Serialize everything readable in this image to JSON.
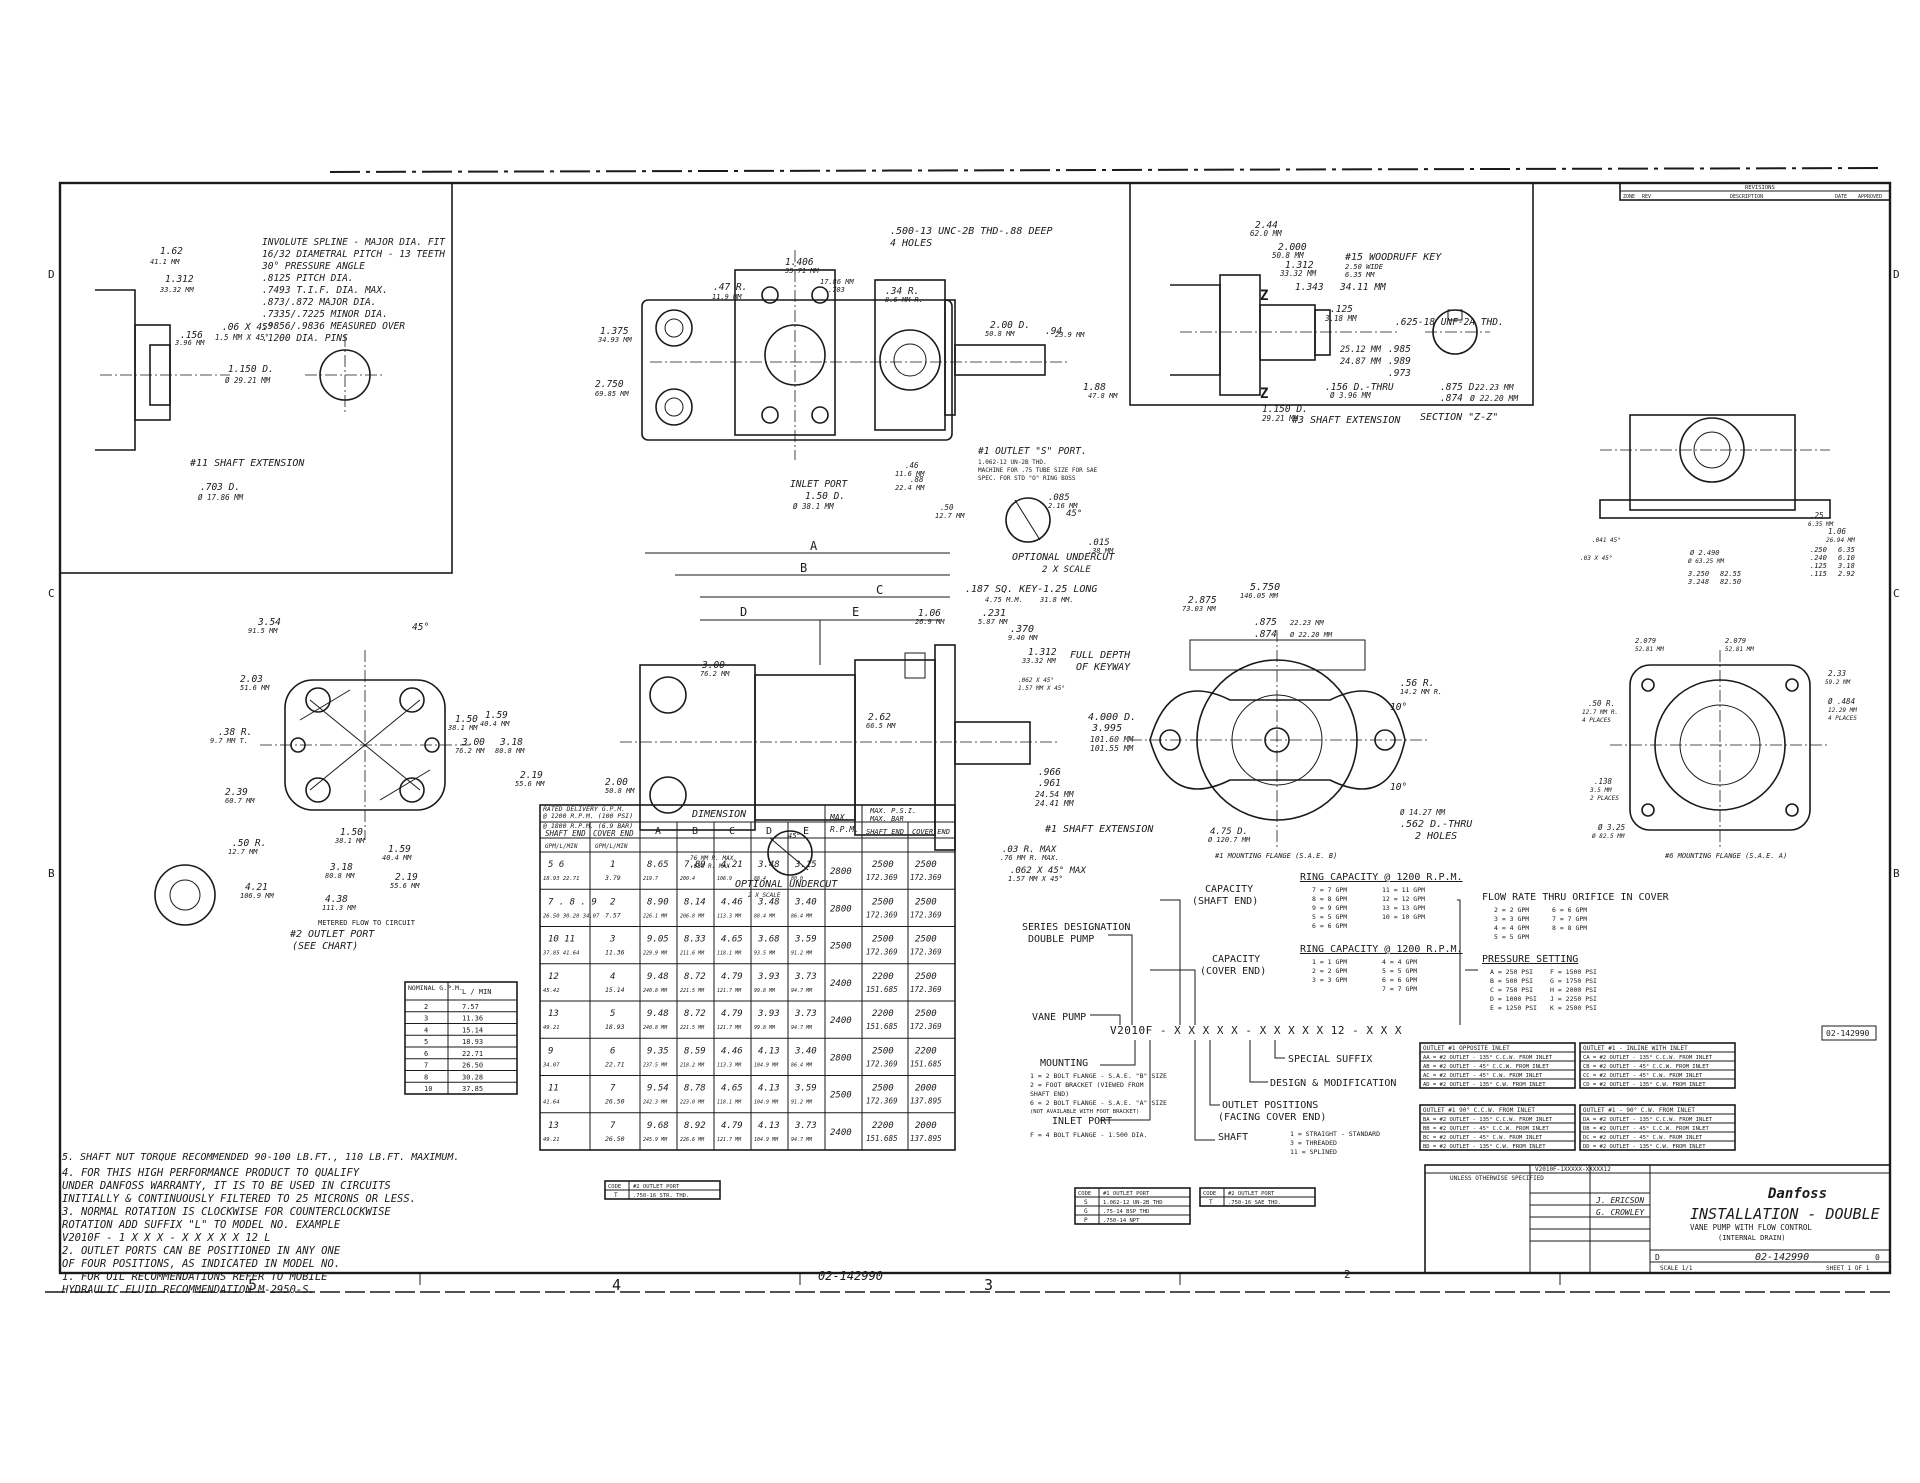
{
  "zones": {
    "columns": [
      "5",
      "4",
      "3",
      "2"
    ],
    "rows": [
      "D",
      "C",
      "B"
    ]
  },
  "views": {
    "spline": {
      "labels": [
        "1.62",
        "41.1 MM",
        "1.312",
        "33.32 MM",
        ".156",
        "3.96 MM",
        ".06 X 45°",
        "1.5 MM X 45°",
        "1.150 D.",
        "Ø 29.21 MM",
        ".703 D.",
        "Ø 17.86 MM",
        "#11 SHAFT EXTENSION"
      ],
      "notes": [
        "INVOLUTE SPLINE - MAJOR DIA. FIT",
        "16/32 DIAMETRAL PITCH - 13 TEETH",
        "30° PRESSURE ANGLE",
        ".8125 PITCH DIA.",
        ".7493 T.I.F. DIA. MAX.",
        ".873/.872 MAJOR DIA.",
        ".7335/.7225 MINOR DIA.",
        ".9856/.9836 MEASURED OVER",
        ".1200 DIA. PINS"
      ]
    },
    "end_view": {
      "labels": [
        ".500-13 UNC-2B THD-.88 DEEP",
        "4 HOLES",
        "1.406",
        "35.71 MM",
        ".47 R.",
        "11.9 MM",
        "17.86 MM",
        ".703",
        ".34 R.",
        "8.6 MM R.",
        "1.375",
        "34.93 MM",
        "2.750",
        "69.85 MM",
        "2.00 D.",
        "50.8 MM",
        ".94",
        "23.9 MM",
        "1.88",
        "47.8 MM",
        "INLET PORT",
        "1.50 D.",
        "Ø 38.1 MM",
        ".46",
        "11.6 MM",
        ".88",
        "22.4 MM",
        ".50",
        "12.7 MM",
        "#1 OUTLET \"S\" PORT.",
        "1.062-12 UN-2B THD.",
        "MACHINE FOR .75 TUBE SIZE FOR SAE",
        "SPEC. FOR STD \"O\" RING BOSS"
      ]
    },
    "keyed_shaft": {
      "labels": [
        "2.44",
        "62.0 MM",
        "2.000",
        "50.8 MM",
        "1.312",
        "33.32 MM",
        "1.343",
        "34.11 MM",
        "#15 WOODRUFF KEY",
        "2.50 WIDE",
        "6.35 MM",
        ".625-18 UNF-2A THD.",
        ".125",
        "3.18 MM",
        ".985",
        ".989",
        "25.12 MM",
        "24.87 MM",
        ".973",
        ".156 D.-THRU",
        "Ø 3.96 MM",
        ".875 D.",
        ".874",
        "22.23 MM",
        "Ø 22.20 MM",
        "SECTION \"Z-Z\"",
        "1.150 D.",
        "29.21 MM",
        "#3 SHAFT EXTENSION"
      ]
    },
    "optional_undercut": {
      "labels": [
        ".085",
        "2.16 MM",
        "45°",
        ".015",
        ".38 MM",
        "OPTIONAL UNDERCUT",
        "2 X SCALE",
        ".187 SQ. KEY-1.25 LONG",
        "4.75 M.M.",
        "31.8 MM."
      ]
    },
    "side_view": {
      "letters": [
        "A",
        "B",
        "C",
        "D",
        "E"
      ],
      "labels": [
        "1.06",
        "26.9 MM",
        ".231",
        "5.87 MM",
        ".370",
        "9.40 MM",
        "1.312",
        "33.32 MM",
        "FULL DEPTH",
        "OF KEYWAY",
        ".062 X 45°",
        "1.57 MM X 45°",
        "4.000 D.",
        "3.995",
        "101.60 MM",
        "101.55 MM",
        "3.00",
        "76.2 MM",
        "2.62",
        "66.5 MM",
        "2.00",
        "50.8 MM",
        ".966",
        ".961",
        "24.54 MM",
        "24.41 MM",
        "#1 SHAFT EXTENSION",
        ".03 R. MAX",
        ".76 MM R. MAX.",
        ".062 X 45° MAX",
        "1.57 MM X 45°",
        "76 MM R. MAX.",
        ".030 R. MAX",
        "45°",
        "OPTIONAL UNDERCUT",
        "2 X SCALE"
      ]
    },
    "cover_end": {
      "labels": [
        "3.54",
        "91.5 MM",
        "45°",
        "2.03",
        "51.6 MM",
        "1.50",
        "38.1 MM",
        "1.59",
        "40.4 MM",
        "3.00",
        "76.2 MM",
        "3.18",
        "80.8 MM",
        ".38 R.",
        "9.7 MM T.",
        "2.19",
        "55.6 MM",
        "2.39",
        "60.7 MM",
        ".50 R.",
        "12.7 MM",
        "1.50",
        "38.1 MM",
        "1.59",
        "40.4 MM",
        "3.18",
        "80.8 MM",
        "2.19",
        "55.6 MM",
        "4.21",
        "106.9 MM",
        "4.38",
        "111.3 MM",
        "METERED FLOW TO CIRCUIT",
        "#2 OUTLET PORT",
        "(SEE CHART)"
      ]
    },
    "flange_front": {
      "labels": [
        "5.750",
        "146.05 MM",
        "2.875",
        "73.03 MM",
        ".875",
        ".874",
        "22.23 MM",
        "Ø 22.20 MM",
        ".56 R.",
        "14.2 MM R.",
        "10°",
        "10°",
        "4.75 D.",
        "Ø 120.7 MM",
        "Ø 14.27 MM",
        ".562 D.-THRU",
        "2 HOLES",
        "#1 MOUNTING FLANGE (S.A.E. B)"
      ]
    },
    "bracket": {
      "labels": [
        ".25",
        "6.35 MM",
        "1.06",
        "26.94 MM",
        ".250",
        ".240",
        "6.35",
        "6.10",
        ".125",
        ".115",
        "3.18",
        "2.92",
        "Ø 2.490",
        "Ø 63.25 MM",
        "3.250",
        "3.248",
        "82.55",
        "82.50",
        ".041 45°",
        ".03 X 45°",
        "2.079",
        "52.81 MM",
        "2.079",
        "52.81 MM",
        "2.33",
        "59.2 MM",
        "Ø .484",
        "12.29 MM",
        "4 PLACES",
        ".50 R.",
        "12.7 MM R.",
        "4 PLACES",
        ".138",
        "3.5 MM",
        "2 PLACES",
        "Ø 3.25",
        "Ø 82.5 MM",
        "#6 MOUNTING FLANGE (S.A.E. A)"
      ]
    }
  },
  "nominal_table": {
    "headers": [
      "NOMINAL G.P.M.",
      "L / MIN"
    ],
    "rows": [
      [
        "2",
        "7.57"
      ],
      [
        "3",
        "11.36"
      ],
      [
        "4",
        "15.14"
      ],
      [
        "5",
        "18.93"
      ],
      [
        "6",
        "22.71"
      ],
      [
        "7",
        "26.50"
      ],
      [
        "8",
        "30.28"
      ],
      [
        "10",
        "37.85"
      ]
    ]
  },
  "delivery_table": {
    "header_left": [
      "RATED DELIVERY G.P.M.",
      "@ 1200 R.P.M. (100 PSI)",
      "@ 1800 R.P.M. (6.9 BAR)"
    ],
    "sub_left": [
      "SHAFT END",
      "COVER END"
    ],
    "units": [
      "GPM/L/MIN",
      "GPM/L/MIN"
    ],
    "dimension_label": "DIMENSION",
    "dim_letters": [
      "A",
      "B",
      "C",
      "D",
      "E"
    ],
    "max_rpm": [
      "MAX.",
      "R.P.M."
    ],
    "max_psi": [
      "MAX. P.S.I.",
      "MAX. BAR"
    ],
    "psi_cols": [
      "SHAFT END",
      "COVER END"
    ],
    "rows": [
      {
        "shaft": "5  6",
        "shaft_l": "18.93  22.71",
        "cover": "1",
        "cover_l": "3.79",
        "a": "8.65",
        "a2": "219.7",
        "b": "7.89",
        "b2": "200.4",
        "c": "4.21",
        "c2": "106.9",
        "d": "3.48",
        "d2": "88.4",
        "e": "3.15",
        "e2": "80.0",
        "rpm": "2800",
        "ps": "2500",
        "ps2": "172.369",
        "pc": "2500",
        "pc2": "172.369"
      },
      {
        "shaft": "7 . 8 . 9",
        "shaft_l": "26.50 30.28 34.07",
        "cover": "2",
        "cover_l": "7.57",
        "a": "8.90",
        "a2": "226.1 MM",
        "b": "8.14",
        "b2": "206.8 MM",
        "c": "4.46",
        "c2": "113.3 MM",
        "d": "3.48",
        "d2": "88.4 MM",
        "e": "3.40",
        "e2": "86.4 MM",
        "rpm": "2800",
        "ps": "2500",
        "ps2": "172.369",
        "pc": "2500",
        "pc2": "172.369"
      },
      {
        "shaft": "10  11",
        "shaft_l": "37.85  41.64",
        "cover": "3",
        "cover_l": "11.36",
        "a": "9.05",
        "a2": "229.9 MM",
        "b": "8.33",
        "b2": "211.6 MM",
        "c": "4.65",
        "c2": "118.1 MM",
        "d": "3.68",
        "d2": "93.5 MM",
        "e": "3.59",
        "e2": "91.2 MM",
        "rpm": "2500",
        "ps": "2500",
        "ps2": "172.369",
        "pc": "2500",
        "pc2": "172.369"
      },
      {
        "shaft": "12",
        "shaft_l": "45.42",
        "cover": "4",
        "cover_l": "15.14",
        "a": "9.48",
        "a2": "240.8 MM",
        "b": "8.72",
        "b2": "221.5 MM",
        "c": "4.79",
        "c2": "121.7 MM",
        "d": "3.93",
        "d2": "99.8 MM",
        "e": "3.73",
        "e2": "94.7 MM",
        "rpm": "2400",
        "ps": "2200",
        "ps2": "151.685",
        "pc": "2500",
        "pc2": "172.369"
      },
      {
        "shaft": "13",
        "shaft_l": "49.21",
        "cover": "5",
        "cover_l": "18.93",
        "a": "9.48",
        "a2": "240.8 MM",
        "b": "8.72",
        "b2": "221.5 MM",
        "c": "4.79",
        "c2": "121.7 MM",
        "d": "3.93",
        "d2": "99.8 MM",
        "e": "3.73",
        "e2": "94.7 MM",
        "rpm": "2400",
        "ps": "2200",
        "ps2": "151.685",
        "pc": "2500",
        "pc2": "172.369"
      },
      {
        "shaft": "9",
        "shaft_l": "34.07",
        "cover": "6",
        "cover_l": "22.71",
        "a": "9.35",
        "a2": "237.5 MM",
        "b": "8.59",
        "b2": "218.2 MM",
        "c": "4.46",
        "c2": "113.3 MM",
        "d": "4.13",
        "d2": "104.9 MM",
        "e": "3.40",
        "e2": "86.4 MM",
        "rpm": "2800",
        "ps": "2500",
        "ps2": "172.369",
        "pc": "2200",
        "pc2": "151.685"
      },
      {
        "shaft": "11",
        "shaft_l": "41.64",
        "cover": "7",
        "cover_l": "26.50",
        "a": "9.54",
        "a2": "242.3 MM",
        "b": "8.78",
        "b2": "223.0 MM",
        "c": "4.65",
        "c2": "118.1 MM",
        "d": "4.13",
        "d2": "104.9 MM",
        "e": "3.59",
        "e2": "91.2 MM",
        "rpm": "2500",
        "ps": "2500",
        "ps2": "172.369",
        "pc": "2000",
        "pc2": "137.895"
      },
      {
        "shaft": "13",
        "shaft_l": "49.21",
        "cover": "7",
        "cover_l": "26.50",
        "a": "9.68",
        "a2": "245.9 MM",
        "b": "8.92",
        "b2": "226.6 MM",
        "c": "4.79",
        "c2": "121.7 MM",
        "d": "4.13",
        "d2": "104.9 MM",
        "e": "3.73",
        "e2": "94.7 MM",
        "rpm": "2400",
        "ps": "2200",
        "ps2": "151.685",
        "pc": "2000",
        "pc2": "137.895"
      }
    ]
  },
  "model_code": {
    "code": "V2010F - X X X X X - X X X X X 12 - X X X",
    "series": [
      "SERIES DESIGNATION",
      "DOUBLE PUMP"
    ],
    "vane_pump": "VANE PUMP",
    "mounting": "MOUNTING",
    "mounting_opts": [
      "1 = 2 BOLT FLANGE - S.A.E. \"B\" SIZE",
      "2 = FOOT BRACKET (VIEWED FROM",
      "SHAFT END)",
      "6 = 2 BOLT FLANGE - S.A.E. \"A\" SIZE",
      "(NOT AVAILABLE WITH FOOT BRACKET)"
    ],
    "inlet_port": "INLET PORT",
    "inlet_opts": [
      "F = 4 BOLT FLANGE - 1.500 DIA."
    ],
    "shaft": "SHAFT",
    "shaft_opts": [
      "1 = STRAIGHT - STANDARD",
      "3 = THREADED",
      "11 = SPLINED"
    ],
    "outlet_positions": [
      "OUTLET POSITIONS",
      "(FACING COVER END)"
    ],
    "design": "DESIGN & MODIFICATION",
    "special": "SPECIAL SUFFIX",
    "capacity_shaft": [
      "CAPACITY",
      "(SHAFT END)"
    ],
    "capacity_cover": [
      "CAPACITY",
      "(COVER END)"
    ],
    "ring_shaft_title": "RING CAPACITY @ 1200 R.P.M.",
    "ring_shaft": [
      "7 = 7 GPM",
      "8 = 8 GPM",
      "9 = 9 GPM",
      "5 = 5 GPM",
      "6 = 6 GPM",
      "11 = 11 GPM",
      "12 = 12 GPM",
      "13 = 13 GPM",
      "10 = 10 GPM"
    ],
    "ring_cover_title": "RING CAPACITY @ 1200 R.P.M.",
    "ring_cover": [
      "1 = 1 GPM",
      "2 = 2 GPM",
      "3 = 3 GPM",
      "4 = 4 GPM",
      "5 = 5 GPM",
      "6 = 6 GPM",
      "7 = 7 GPM"
    ],
    "flow_title": "FLOW RATE THRU ORIFICE IN COVER",
    "flow": [
      "2 = 2 GPM",
      "3 = 3 GPM",
      "4 = 4 GPM",
      "5 = 5 GPM",
      "6 = 6 GPM",
      "7 = 7 GPM",
      "8 = 8 GPM"
    ],
    "pressure_title": "PRESSURE SETTING",
    "pressure": [
      "A = 250 PSI",
      "B = 500 PSI",
      "C = 750 PSI",
      "D = 1000 PSI",
      "E = 1250 PSI",
      "F = 1500 PSI",
      "G = 1750 PSI",
      "H = 2000 PSI",
      "J = 2250 PSI",
      "K = 2500 PSI"
    ]
  },
  "outlet_tables": [
    {
      "title": "OUTLET #1 OPPOSITE INLET",
      "rows": [
        "AA = #2 OUTLET - 135° C.C.W. FROM INLET",
        "AB = #2 OUTLET - 45° C.C.W. FROM INLET",
        "AC = #2 OUTLET - 45° C.W. FROM INLET",
        "AD = #2 OUTLET - 135° C.W. FROM INLET"
      ]
    },
    {
      "title": "OUTLET #1 - INLINE WITH INLET",
      "rows": [
        "CA = #2 OUTLET - 135° C.C.W. FROM INLET",
        "CB = #2 OUTLET - 45° C.C.W. FROM INLET",
        "CC = #2 OUTLET - 45° C.W. FROM INLET",
        "CD = #2 OUTLET - 135° C.W. FROM INLET"
      ]
    },
    {
      "title": "OUTLET #1 90° C.C.W. FROM INLET",
      "rows": [
        "BA = #2 OUTLET - 135° C.C.W. FROM INLET",
        "BB = #2 OUTLET - 45° C.C.W. FROM INLET",
        "BC = #2 OUTLET - 45° C.W. FROM INLET",
        "BD = #2 OUTLET - 135° C.W. FROM INLET"
      ]
    },
    {
      "title": "OUTLET #1 - 90° C.W. FROM INLET",
      "rows": [
        "DA = #2 OUTLET - 135° C.C.W. FROM INLET",
        "DB = #2 OUTLET - 45° C.C.W. FROM INLET",
        "DC = #2 OUTLET - 45° C.W. FROM INLET",
        "DD = #2 OUTLET - 135° C.W. FROM INLET"
      ]
    }
  ],
  "port_tables": [
    {
      "headers": [
        "CODE",
        "#1 OUTLET PORT"
      ],
      "rows": [
        [
          "S",
          "1.062-12 UN-2B THD"
        ],
        [
          "G",
          ".75-14 BSP THD"
        ],
        [
          "P",
          ".750-14 NPT"
        ]
      ]
    },
    {
      "headers": [
        "CODE",
        "#2 OUTLET PORT"
      ],
      "rows": [
        [
          "T",
          ".750-16 SAE THD."
        ]
      ]
    },
    {
      "headers": [
        "CODE",
        "#2 OUTLET PORT"
      ],
      "rows": [
        [
          "T",
          ".750-16 STR. THD."
        ]
      ]
    }
  ],
  "notes": [
    "5. SHAFT NUT TORQUE RECOMMENDED 90-100 LB.FT., 110 LB.FT. MAXIMUM.",
    "4. FOR THIS HIGH PERFORMANCE PRODUCT TO QUALIFY",
    "   UNDER DANFOSS WARRANTY, IT IS TO BE USED IN CIRCUITS",
    "   INITIALLY & CONTINUOUSLY FILTERED TO 25 MICRONS OR LESS.",
    "3. NORMAL ROTATION IS CLOCKWISE FOR COUNTERCLOCKWISE",
    "   ROTATION ADD SUFFIX \"L\" TO MODEL NO. EXAMPLE",
    "   V2010F - 1 X X X - X X X X X 12 L",
    "2. OUTLET PORTS CAN BE POSITIONED IN ANY ONE",
    "   OF FOUR POSITIONS, AS INDICATED IN MODEL NO.",
    "1. FOR OIL RECOMMENDATIONS REFER TO MOBILE",
    "   HYDRAULIC FLUID RECOMMENDATION M-2950-S."
  ],
  "drawing_number_bottom": "02-142990",
  "drawing_number_side": "02-142990",
  "title_block": {
    "revisions": "REVISIONS",
    "rev_headers": [
      "ZONE",
      "REV",
      "DESCRIPTION",
      "DATE",
      "APPROVED"
    ],
    "brand": "Danfoss",
    "title": "INSTALLATION - DOUBLE",
    "subtitle": "VANE PUMP WITH FLOW CONTROL",
    "subtitle2": "(INTERNAL DRAIN)",
    "model_ref": "V2010F-1XXXXX-XXXXX12",
    "unless": "UNLESS OTHERWISE SPECIFIED",
    "drawn_by": "J. ERICSON",
    "checked_by": "G. CROWLEY",
    "scale": "SCALE 1/1",
    "dwg_no": "02-142990",
    "sheet": "SHEET 1 OF 1",
    "size": "D",
    "rev": "0"
  }
}
